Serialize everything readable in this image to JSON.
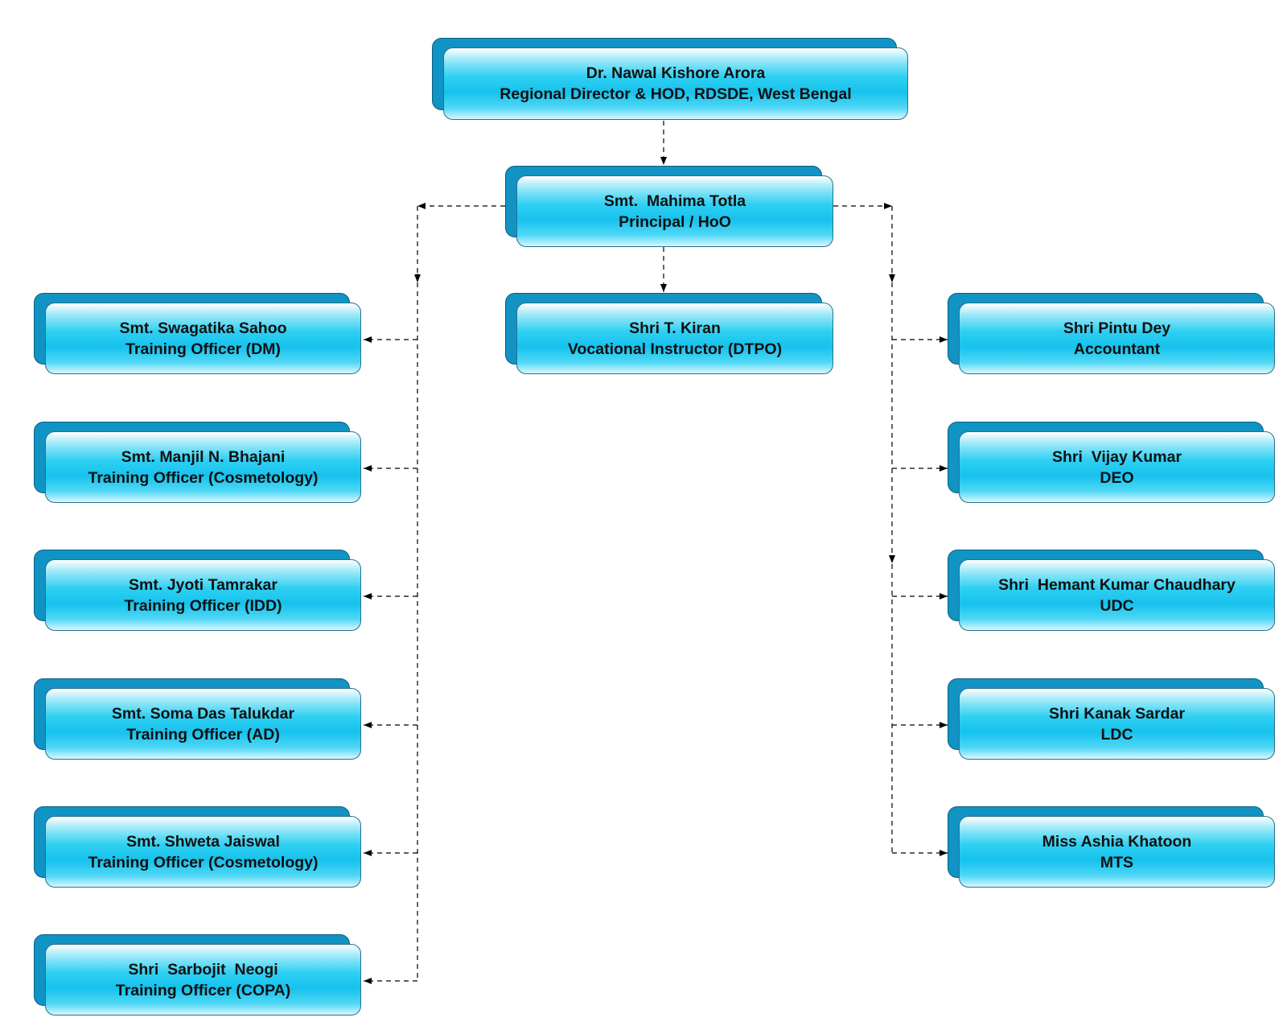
{
  "nodes": {
    "director": {
      "name": "Dr. Nawal Kishore Arora",
      "title": "Regional Director & HOD, RDSDE, West Bengal"
    },
    "principal": {
      "name": "Smt.  Mahima Totla",
      "title": "Principal / HoO"
    },
    "kiran": {
      "name": "Shri T. Kiran",
      "title": "Vocational Instructor (DTPO)"
    },
    "swagatika": {
      "name": "Smt. Swagatika Sahoo",
      "title": "Training Officer (DM)"
    },
    "manjil": {
      "name": "Smt. Manjil N. Bhajani",
      "title": "Training Officer (Cosmetology)"
    },
    "jyoti": {
      "name": "Smt. Jyoti Tamrakar",
      "title": "Training Officer (IDD)"
    },
    "soma": {
      "name": "Smt. Soma Das Talukdar",
      "title": "Training Officer (AD)"
    },
    "shweta": {
      "name": "Smt. Shweta Jaiswal",
      "title": "Training Officer (Cosmetology)"
    },
    "sarbojit": {
      "name": "Shri  Sarbojit  Neogi",
      "title": "Training Officer (COPA)"
    },
    "pintu": {
      "name": "Shri Pintu Dey",
      "title": "Accountant"
    },
    "vijay": {
      "name": "Shri  Vijay Kumar",
      "title": "DEO"
    },
    "hemant": {
      "name": "Shri  Hemant Kumar Chaudhary",
      "title": "UDC"
    },
    "kanak": {
      "name": "Shri Kanak Sardar",
      "title": "LDC"
    },
    "ashia": {
      "name": "Miss Ashia Khatoon",
      "title": "MTS"
    }
  },
  "colors": {
    "box_back": "#1193c3",
    "box_front": "#16c2ed",
    "connector": "#000000"
  }
}
